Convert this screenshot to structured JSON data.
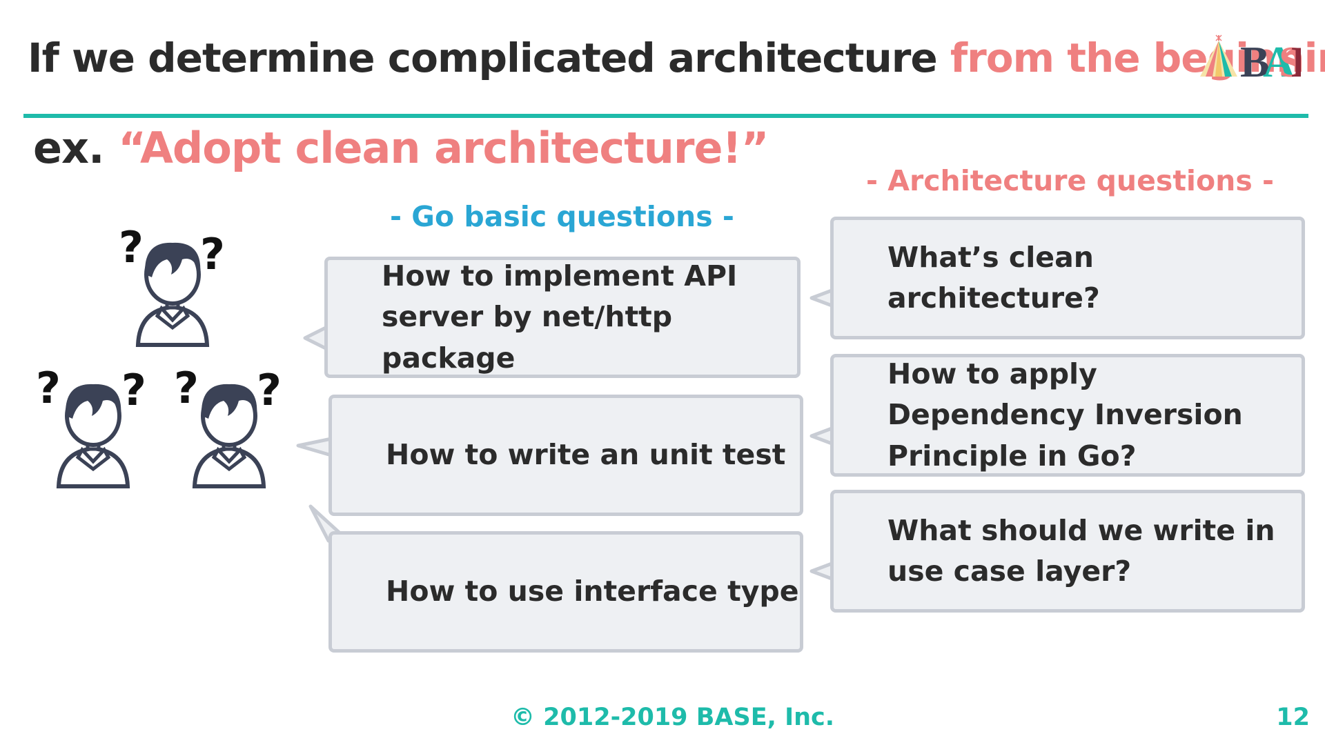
{
  "slide": {
    "title_main": "If we determine complicated architecture ",
    "title_highlight": "from the beginning",
    "subtitle_prefix": "ex. ",
    "subtitle_highlight": "“Adopt clean architecture!”",
    "logo_text": "BASE"
  },
  "go_questions": {
    "label": "- Go basic questions -",
    "items": [
      "How to implement API server by net/http package",
      "How to write an unit test",
      "How to use interface type"
    ]
  },
  "architecture_questions": {
    "label": "- Architecture questions -",
    "items": [
      "What’s clean architecture?",
      "How to apply Dependency Inversion Principle in Go?",
      "What should we write in use case layer?"
    ]
  },
  "confused_people": {
    "icon": "person-icon",
    "mark": "?"
  },
  "footer": {
    "copyright": "© 2012-2019 BASE, Inc.",
    "page_number": "12"
  },
  "colors": {
    "accent_teal": "#1ebbaa",
    "highlight_pink": "#ef8080",
    "label_blue": "#2aa6d4",
    "text_dark": "#2b2b2b",
    "bubble_fill": "#eef0f3",
    "bubble_border": "#c8ccd4",
    "person_fill": "#3b4256"
  }
}
